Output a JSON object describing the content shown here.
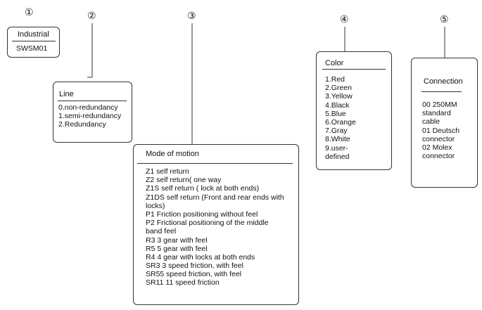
{
  "markers": [
    "①",
    "②",
    "③",
    "④",
    "⑤"
  ],
  "boxes": {
    "industrial": {
      "title": "Industrial",
      "items": [
        "SWSM01"
      ]
    },
    "line": {
      "title": "Line",
      "items": [
        "0.non-redundancy",
        "1.semi-redundancy",
        "2.Redundancy"
      ]
    },
    "mode": {
      "title": "Mode of motion",
      "items": [
        "Z1 self return",
        "Z2 self return( one way",
        "Z1S self return ( lock at both ends)",
        "Z1DS self return (Front and rear ends with",
        "locks)",
        "P1 Friction positioning without feel",
        "P2 Frictional positioning of the middle",
        "band feel",
        "R3 3 gear with feel",
        "R5 5 gear with feel",
        "R4 4 gear with locks at both ends",
        "SR3 3 speed friction, with feel",
        "SR55 speed friction, with feel",
        "SR11 11 speed friction"
      ]
    },
    "color": {
      "title": "Color",
      "items": [
        "1.Red",
        "2.Green",
        "3.Yellow",
        "4.Black",
        "5.Blue",
        "6.Orange",
        "7.Gray",
        "8.White",
        "9.user-",
        "defined"
      ]
    },
    "connection": {
      "title": "Connection",
      "items": [
        "00 250MM",
        "standard",
        "cable",
        "01 Deutsch",
        "connector",
        "02 Molex",
        "connector"
      ]
    }
  }
}
